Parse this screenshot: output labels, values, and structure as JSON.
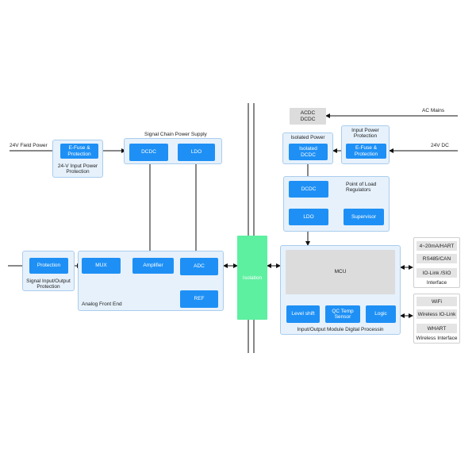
{
  "inputs": {
    "field_power": "24V Field Power",
    "ac_mains": "AC Mains",
    "dc_24v": "24V DC"
  },
  "left": {
    "efuse": "E-Fuse & Protection",
    "efuse_group": "24-V Input Power Protection",
    "signal_chain_title": "Signal Chain Power Supply",
    "dcdc": "DCDC",
    "ldo": "LDO",
    "protection": "Protection",
    "protection_group": "Signal Input/Output Protection",
    "mux": "MUX",
    "amplifier": "Amplifier",
    "adc": "ADC",
    "ref": "REF",
    "afe_group": "Analog Front End"
  },
  "isolation": "Isolation",
  "right": {
    "acdc": "ACDC DCDC",
    "isolated_group": "Isolated Power",
    "isolated_dcdc": "Isolated DCDC",
    "input_power_group": "Input Power Protection",
    "efuse": "E-Fuse & Protection",
    "pol_group": "Point of Load Regulators",
    "dcdc": "DCDC",
    "ldo": "LDO",
    "supervisor": "Supervisor",
    "mcu": "MCU",
    "level_shift": "Level shift",
    "qc_temp": "QC Temp Sensor",
    "logic": "Logic",
    "io_group": "Input/Output Module Digital Processin"
  },
  "interface": {
    "items": [
      "4~20mA/HART",
      "RS485/CAN",
      "IO-Link /SIO"
    ],
    "label": "Interface"
  },
  "wireless": {
    "items": [
      "WiFi",
      "Wireless IO-Link",
      "WHART"
    ],
    "label": "Wireless Interface"
  }
}
